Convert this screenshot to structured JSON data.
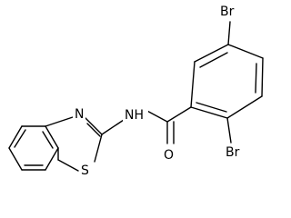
{
  "molecule": {
    "atoms": {
      "br_top": "Br",
      "br_bottom": "Br",
      "carbonyl_o": "O",
      "amide_n": "NH",
      "thiazole_n": "N",
      "thiazole_s": "S"
    }
  }
}
